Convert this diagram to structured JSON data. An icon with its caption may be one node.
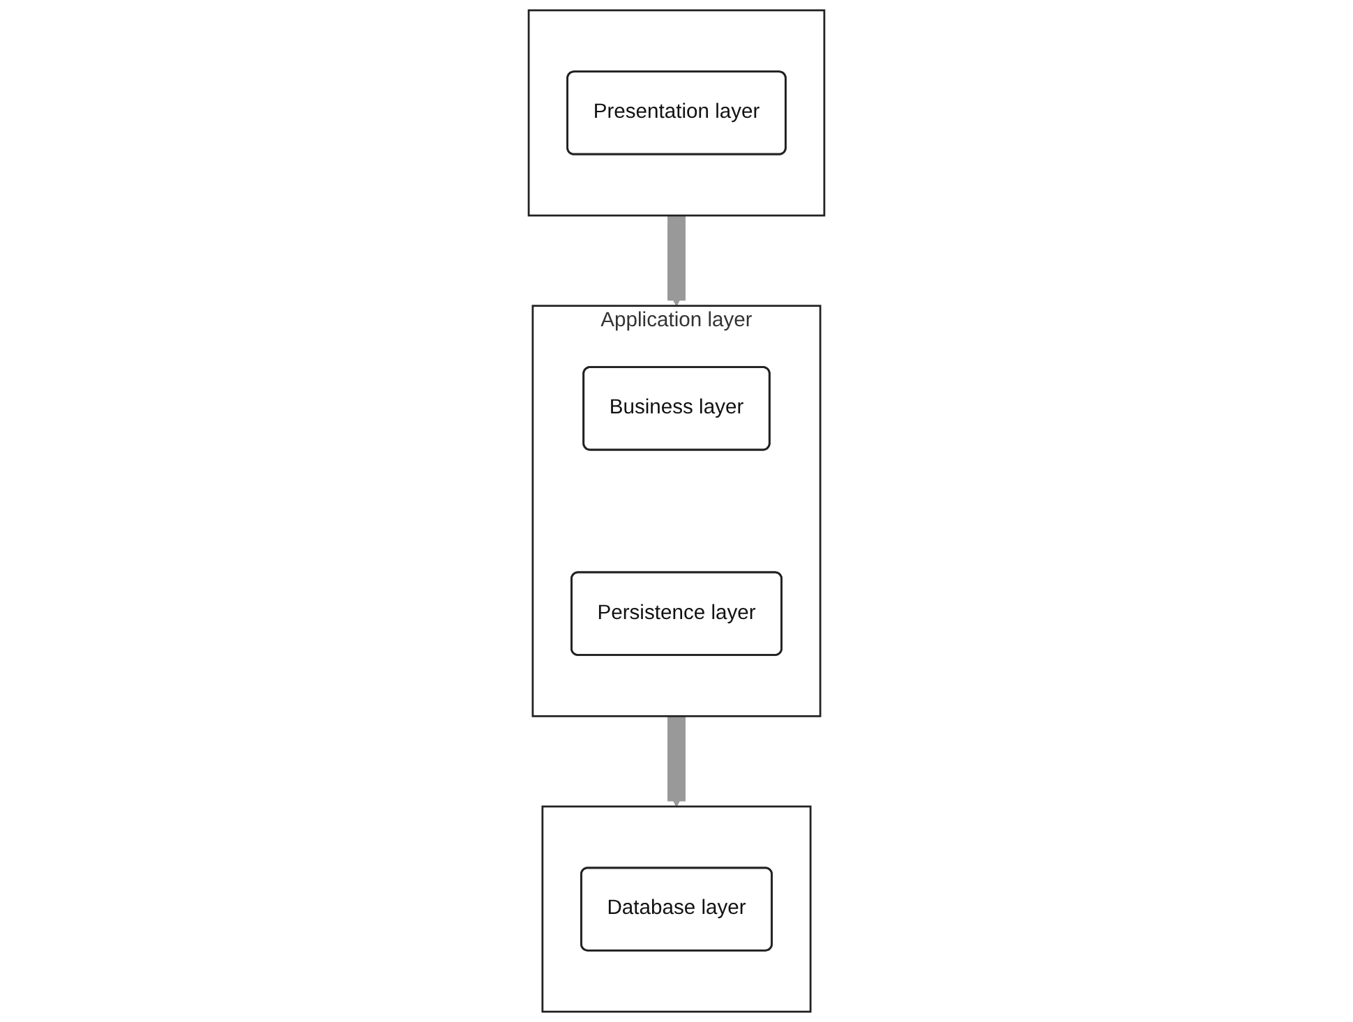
{
  "diagram": {
    "nodes": [
      {
        "text": [],
        "shape": "box"
      },
      {
        "text": [
          "Presentation layer"
        ],
        "in": 0
      },
      {
        "text": [
          "Application layer"
        ]
      },
      {
        "text": [
          "Business layer"
        ],
        "in": 2
      },
      {
        "text": [
          "Persistence layer"
        ],
        "in": 2
      },
      {
        "text": [],
        "shape": "box"
      },
      {
        "text": [
          "Database layer"
        ],
        "in": 5
      }
    ],
    "edges": [
      {
        "from": 0,
        "to": 2,
        "arrow": "to"
      },
      {
        "from": 2,
        "to": 5,
        "arrow": "to"
      }
    ]
  }
}
